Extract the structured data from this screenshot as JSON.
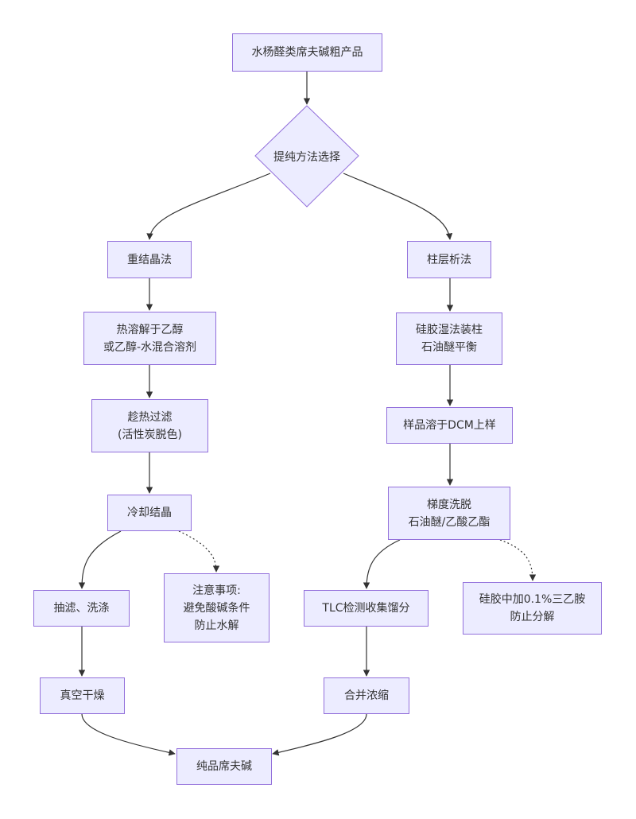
{
  "nodes": {
    "crude": {
      "label": "水杨醛类席夫碱粗产品"
    },
    "choose": {
      "label": "提纯方法选择"
    },
    "recryst": {
      "label": "重结晶法"
    },
    "dissolve": {
      "line1": "热溶解于乙醇",
      "line2": "或乙醇-水混合溶剂"
    },
    "hotfilter": {
      "line1": "趁热过滤",
      "line2": "(活性炭脱色)"
    },
    "cool": {
      "label": "冷却结晶"
    },
    "suction": {
      "label": "抽滤、洗涤"
    },
    "note_left": {
      "line1": "注意事项:",
      "line2": "避免酸碱条件",
      "line3": "防止水解"
    },
    "vacdry": {
      "label": "真空干燥"
    },
    "column": {
      "label": "柱层析法"
    },
    "pack": {
      "line1": "硅胶湿法装柱",
      "line2": "石油醚平衡"
    },
    "load": {
      "label": "样品溶于DCM上样"
    },
    "elute": {
      "line1": "梯度洗脱",
      "line2": "石油醚/乙酸乙酯"
    },
    "tlc": {
      "label": "TLC检测收集馏分"
    },
    "note_right": {
      "line1": "硅胶中加0.1%三乙胺",
      "line2": "防止分解"
    },
    "concentrate": {
      "label": "合并浓缩"
    },
    "pure": {
      "label": "纯品席夫碱"
    }
  },
  "colors": {
    "node_fill": "#ececff",
    "node_border": "#9370db",
    "edge": "#333333",
    "text": "#333333"
  }
}
